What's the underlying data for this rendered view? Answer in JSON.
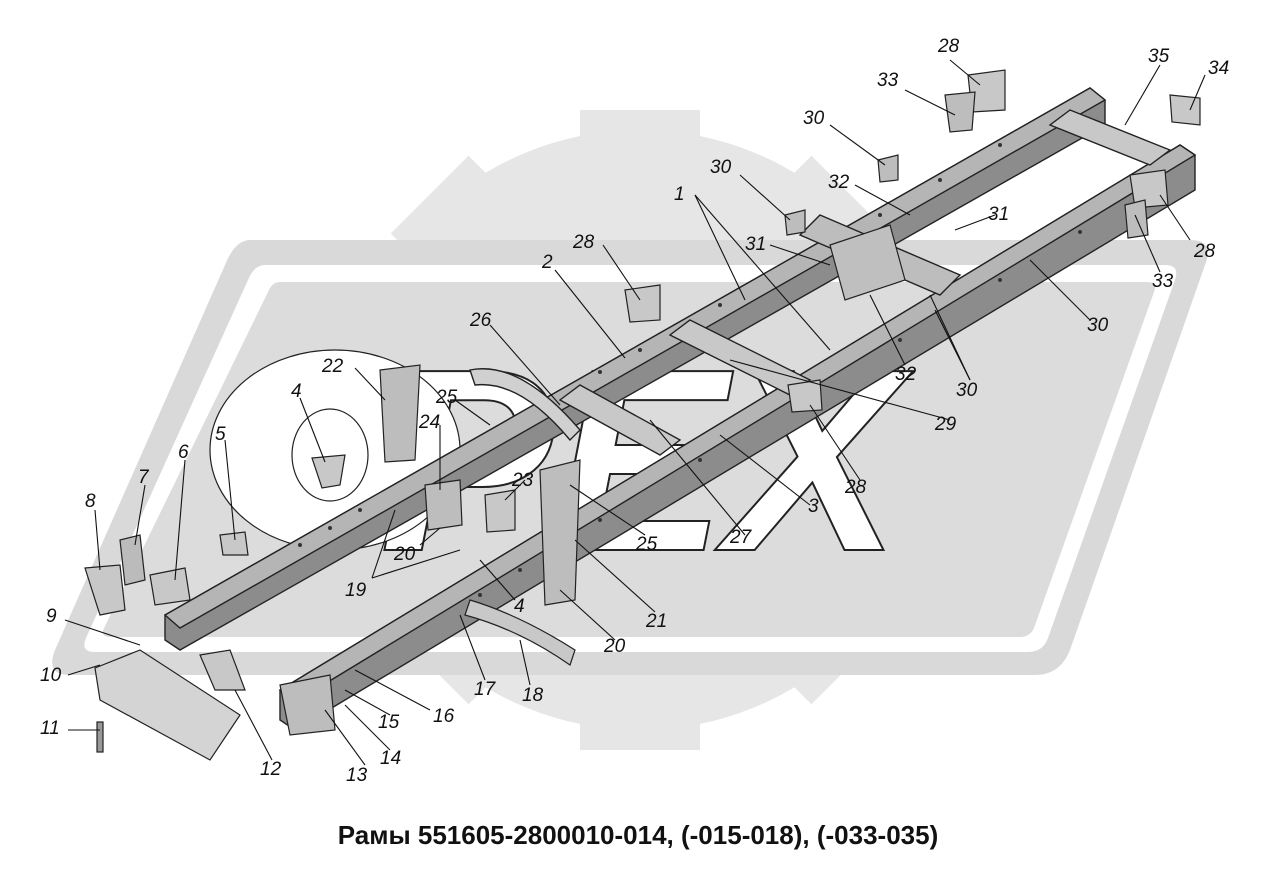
{
  "caption": "Рамы 551605-2800010-014, (-015-018), (-033-035)",
  "watermark": {
    "letters": "РЕХ",
    "color": "#e3e3e3"
  },
  "callouts": [
    {
      "text": "1"
    },
    {
      "text": "2"
    },
    {
      "text": "3"
    },
    {
      "text": "4"
    },
    {
      "text": "4"
    },
    {
      "text": "5"
    },
    {
      "text": "6"
    },
    {
      "text": "7"
    },
    {
      "text": "8"
    },
    {
      "text": "9"
    },
    {
      "text": "10"
    },
    {
      "text": "11"
    },
    {
      "text": "12"
    },
    {
      "text": "13"
    },
    {
      "text": "14"
    },
    {
      "text": "15"
    },
    {
      "text": "16"
    },
    {
      "text": "17"
    },
    {
      "text": "18"
    },
    {
      "text": "19"
    },
    {
      "text": "20"
    },
    {
      "text": "20"
    },
    {
      "text": "21"
    },
    {
      "text": "22"
    },
    {
      "text": "23"
    },
    {
      "text": "24"
    },
    {
      "text": "25"
    },
    {
      "text": "25"
    },
    {
      "text": "26"
    },
    {
      "text": "27"
    },
    {
      "text": "28"
    },
    {
      "text": "28"
    },
    {
      "text": "28"
    },
    {
      "text": "28"
    },
    {
      "text": "29"
    },
    {
      "text": "30"
    },
    {
      "text": "30"
    },
    {
      "text": "30"
    },
    {
      "text": "30"
    },
    {
      "text": "31"
    },
    {
      "text": "31"
    },
    {
      "text": "32"
    },
    {
      "text": "32"
    },
    {
      "text": "33"
    },
    {
      "text": "33"
    },
    {
      "text": "34"
    },
    {
      "text": "35"
    }
  ]
}
